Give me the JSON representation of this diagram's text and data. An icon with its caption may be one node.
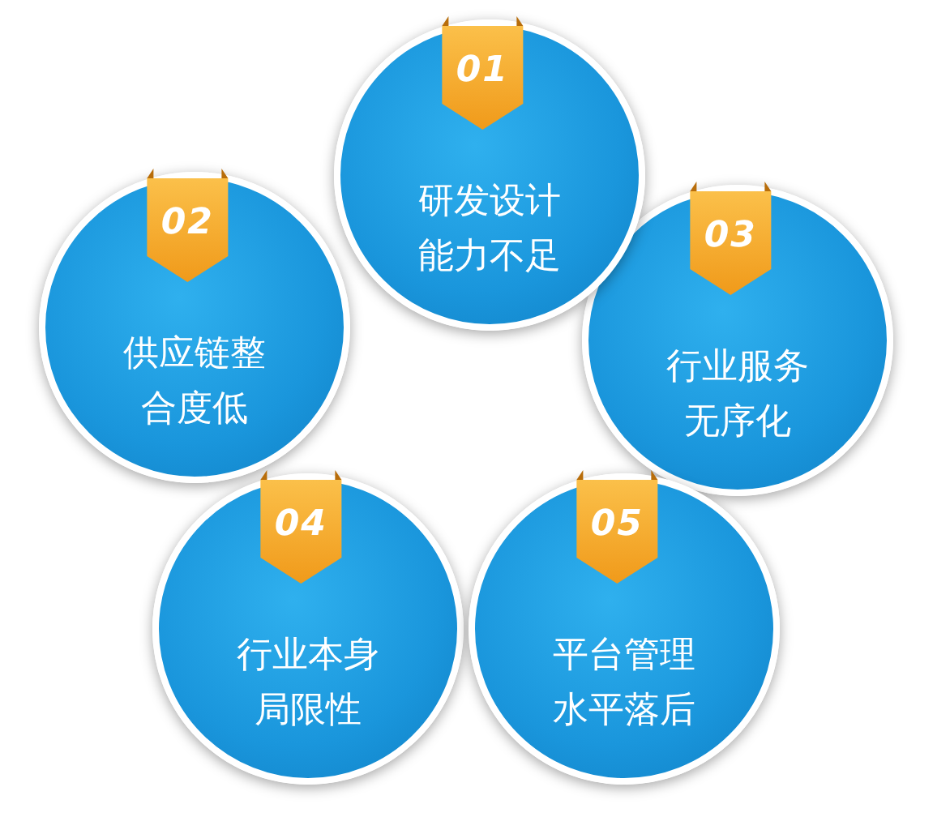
{
  "diagram": {
    "nodes": [
      {
        "text": [
          "01",
          "研发设计能力不足"
        ]
      },
      {
        "text": [
          "02",
          "供应链整合度低"
        ]
      },
      {
        "text": [
          "03",
          "行业服务无序化"
        ]
      },
      {
        "text": [
          "04",
          "行业本身局限性"
        ]
      },
      {
        "text": [
          "05",
          "平台管理水平落后"
        ]
      }
    ]
  }
}
